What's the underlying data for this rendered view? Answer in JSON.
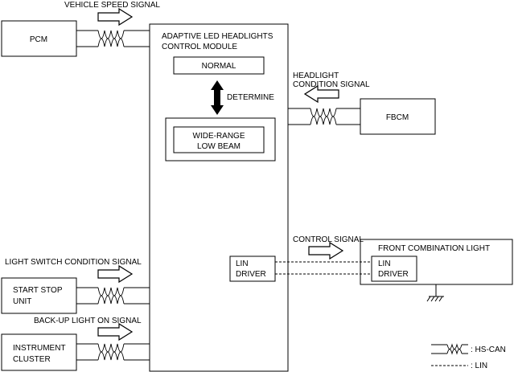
{
  "components": {
    "pcm": "PCM",
    "module_line1": "ADAPTIVE LED HEADLIGHTS",
    "module_line2": "CONTROL MODULE",
    "normal": "NORMAL",
    "determine": "DETERMINE",
    "wide_range_line1": "WIDE-RANGE",
    "wide_range_line2": "LOW BEAM",
    "fbcm": "FBCM",
    "front_combination_light": "FRONT COMBINATION LIGHT",
    "lin_driver_line1": "LIN",
    "lin_driver_line2": "DRIVER",
    "start_stop_line1": "START STOP",
    "start_stop_line2": "UNIT",
    "instrument_line1": "INSTRUMENT",
    "instrument_line2": "CLUSTER"
  },
  "signals": {
    "vehicle_speed": "VEHICLE SPEED SIGNAL",
    "headlight_condition_line1": "HEADLIGHT",
    "headlight_condition_line2": "CONDITION SIGNAL",
    "control": "CONTROL SIGNAL",
    "light_switch_condition": "LIGHT SWITCH CONDITION SIGNAL",
    "backup_light_on": "BACK-UP LIGHT ON SIGNAL"
  },
  "legend": {
    "hs_can": ": HS-CAN",
    "lin": ": LIN"
  }
}
